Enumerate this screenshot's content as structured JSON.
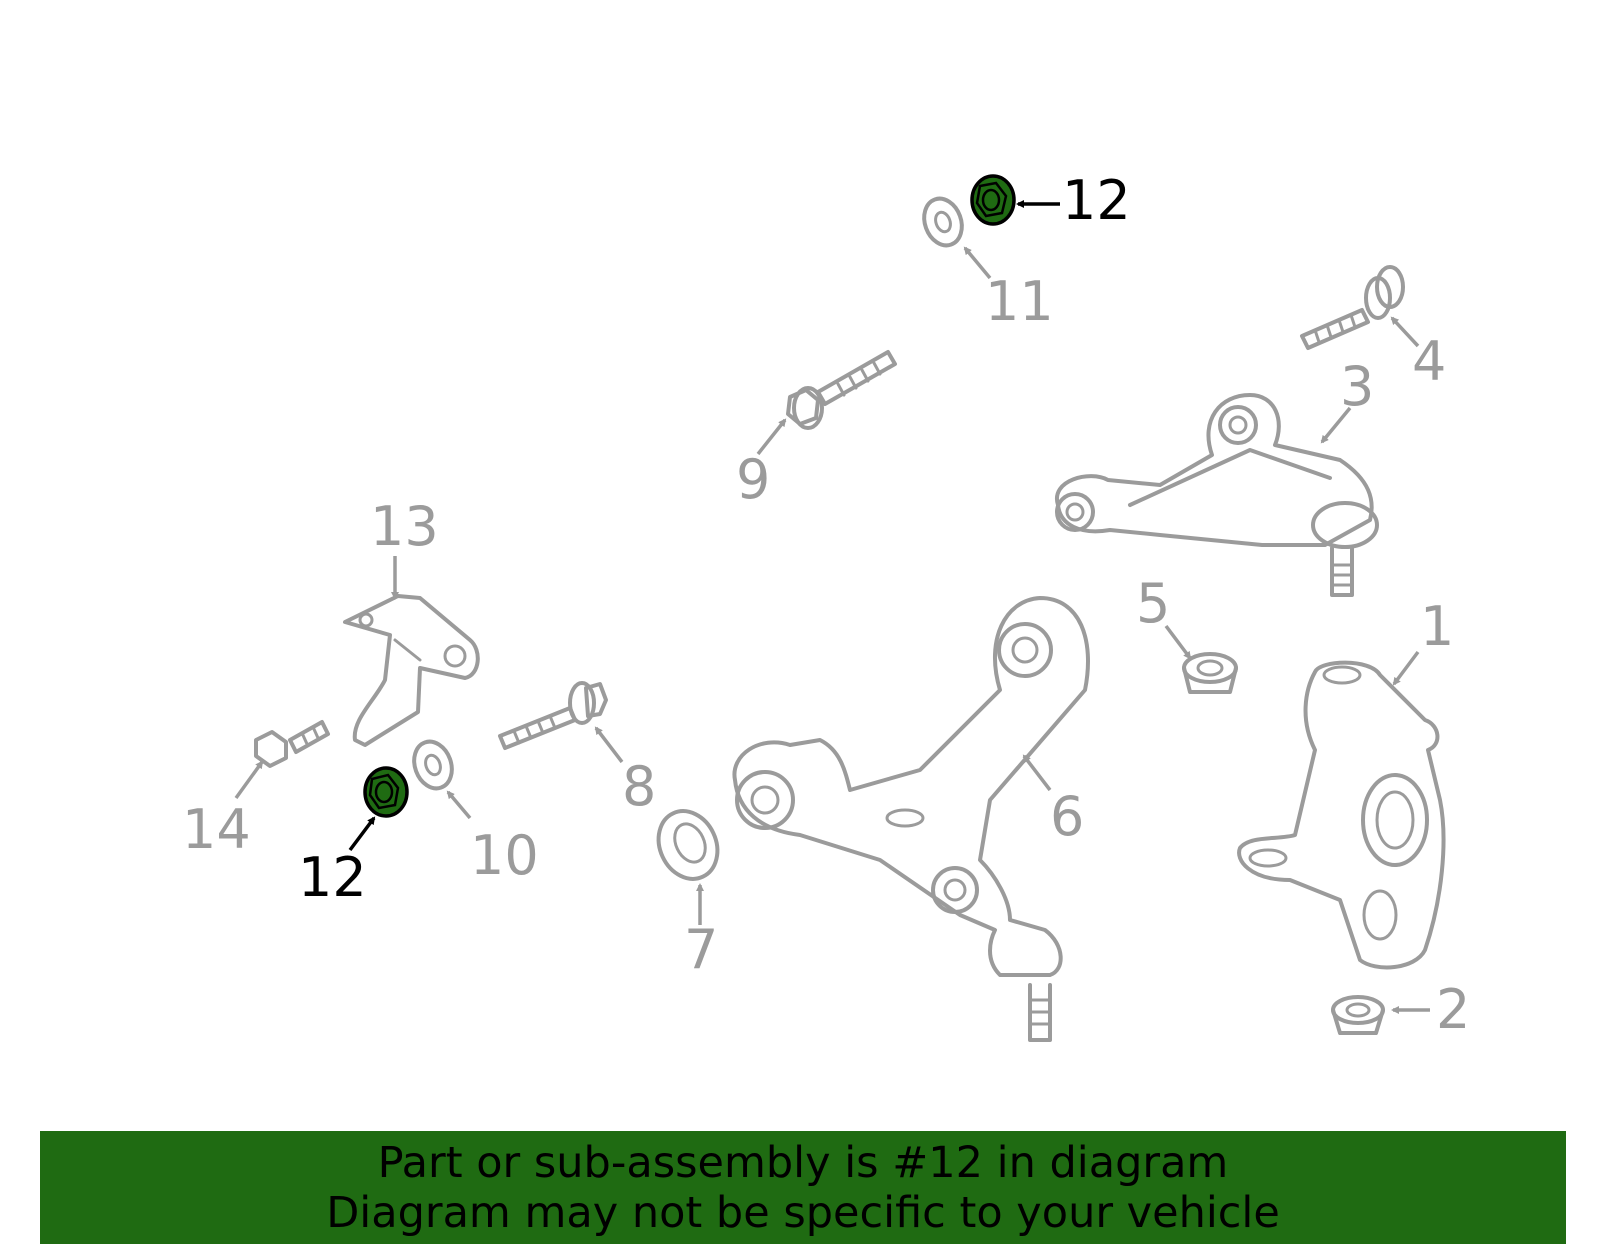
{
  "callouts": {
    "c1": "1",
    "c2": "2",
    "c3": "3",
    "c4": "4",
    "c5": "5",
    "c6": "6",
    "c7": "7",
    "c8": "8",
    "c9": "9",
    "c10": "10",
    "c11": "11",
    "c12_top": "12",
    "c12_bottom": "12",
    "c13": "13",
    "c14": "14"
  },
  "highlighted_part": "12",
  "colors": {
    "highlight": "#1f6b12",
    "part_lines": "#9b9b9b",
    "banner": "#1f6b12"
  },
  "banner": {
    "line1": "Part or sub-assembly is #12 in diagram",
    "line2": "Diagram may not be specific to your vehicle"
  }
}
